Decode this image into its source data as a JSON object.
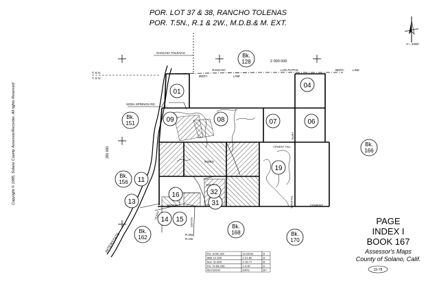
{
  "title": {
    "line1": "POR. LOT 37 & 38, RANCHO TOLENAS",
    "line2": "POR. T.5N., R.1 & 2W., M.D.B.& M. EXT."
  },
  "page_info": {
    "page_label": "PAGE",
    "index_label": "INDEX I",
    "book_label": "BOOK 167",
    "publisher1": "Assessor's Maps",
    "publisher2": "County of Solano, Calif."
  },
  "copyright": "Copyright © 1995, Solano County Assessor/Recorder. All rights Reserved",
  "page_ref": "15-78",
  "north_arrow": {
    "scale": "1\"= 2000'"
  },
  "parcels": {
    "p01": "01",
    "p04": "04",
    "p06": "06",
    "p07": "07",
    "p08": "08",
    "p09": "09",
    "p11": "11",
    "p13": "13",
    "p14": "14",
    "p15": "15",
    "p16": "16",
    "p19": "19",
    "p31": "31",
    "p32": "32"
  },
  "books": {
    "b128": {
      "bk": "Bk.",
      "num": "128"
    },
    "b151": {
      "bk": "Bk.",
      "num": "151"
    },
    "b156": {
      "bk": "Bk.",
      "num": "156"
    },
    "b162": {
      "bk": "Bk.",
      "num": "162"
    },
    "b166": {
      "bk": "Bk.",
      "num": "166"
    },
    "b168": {
      "bk": "Bk.",
      "num": "168"
    },
    "b170": {
      "bk": "Bk.",
      "num": "170"
    }
  },
  "labels": {
    "rancho_tolenas": "RANCHO TOLENAS",
    "coord_2000000": "2 000 000",
    "coord_260000": "260 000",
    "rancho_bdry": "RANCHO",
    "bdry": "BDRY.",
    "line": "LINE",
    "los_putos": "LOS PUTOS",
    "bdry2": "BDRY.",
    "line2": "LINE",
    "t6n": "T. 6 N.",
    "t5n": "T. 5 N.",
    "soda_springs": "SODA SPRINGS RD",
    "cement": "CEMENT",
    "cement_hill": "CEMENT HILL",
    "interstate": "INTERSTATE",
    "dover": "DOVER",
    "r2w": "R.2W.",
    "r1w": "R.1W.",
    "texas": "TEXAS",
    "tolenas": "TOLENAS",
    "bury": "BURY",
    "south": "SOUTH",
    "index": "INDEX",
    "index2": "INDEX"
  },
  "revisions": [
    {
      "ref": "Por. to Bk.128",
      "date": "12-28-81",
      "by": "D"
    },
    {
      "ref": "SBE 12-399",
      "date": "1-21-82",
      "by": "D"
    },
    {
      "ref": "Nos. 11-825",
      "date": "2-16-77",
      "by": "B"
    },
    {
      "ref": "Por. To Bk.166",
      "date": "1-3-87",
      "by": "D"
    },
    {
      "ref": "REVISION",
      "date": "DATE",
      "by": "BY"
    }
  ]
}
